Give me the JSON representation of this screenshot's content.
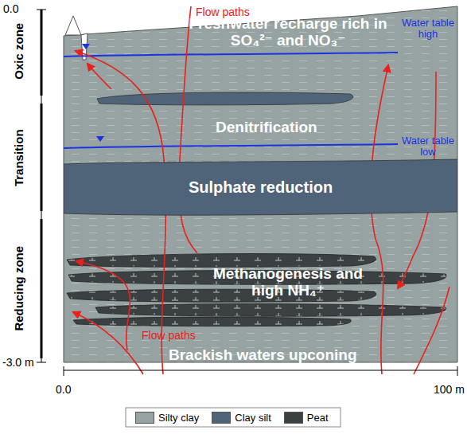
{
  "diagram": {
    "nodes": [
      {
        "text": [
          "Sulphate reduction"
        ]
      }
    ],
    "labels": [
      "0.0",
      "Oxic zone",
      "Transition",
      "Reducing zone",
      "-3.0 m",
      "Flow paths",
      "Freshwater recharge rich in SO₄²⁻ and NO₃⁻",
      "Water table high",
      "Denitrification",
      "Water table low",
      "Methanogenesis and high NH₄⁺",
      "Flow paths",
      "Brackish waters upconing",
      "0.0",
      "100 m"
    ],
    "legend": [
      {
        "text": "Silty clay",
        "color": "#97a3a3"
      },
      {
        "text": "Clay silt",
        "color": "#4f6478"
      },
      {
        "text": "Peat",
        "color": "#3b4142"
      }
    ]
  }
}
